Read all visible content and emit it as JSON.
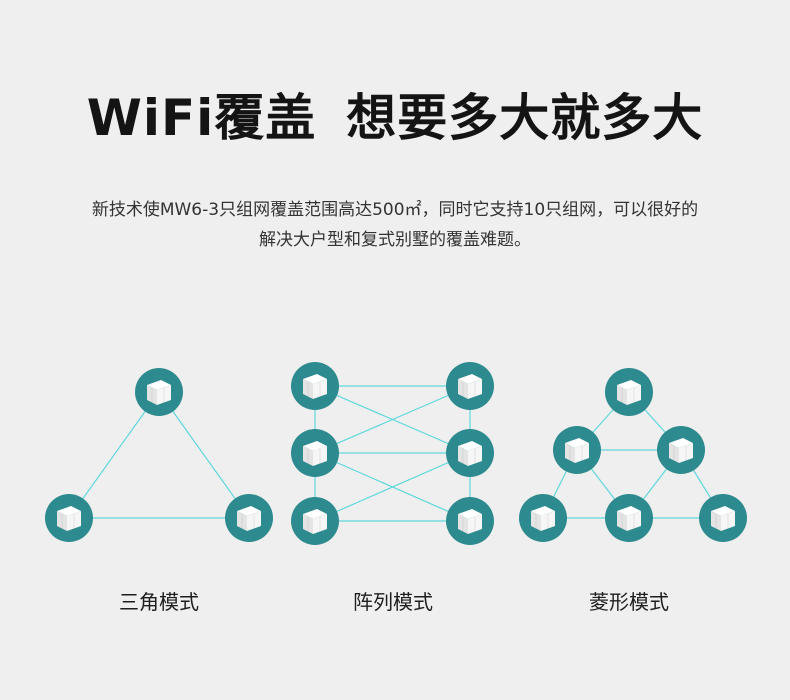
{
  "header": {
    "title_part1": "WiFi覆盖",
    "title_part2": "想要多大就多大"
  },
  "description": {
    "line1": "新技术使MW6-3只组网覆盖范围高达500㎡，同时它支持10只组网，可以很好的",
    "line2": "解决大户型和复式别墅的覆盖难题。"
  },
  "modes": [
    {
      "label": "三角模式"
    },
    {
      "label": "阵列模式"
    },
    {
      "label": "菱形模式"
    }
  ],
  "colors": {
    "node": "#2d8a8e",
    "link": "#5fd8dc",
    "background": "#efefef"
  }
}
